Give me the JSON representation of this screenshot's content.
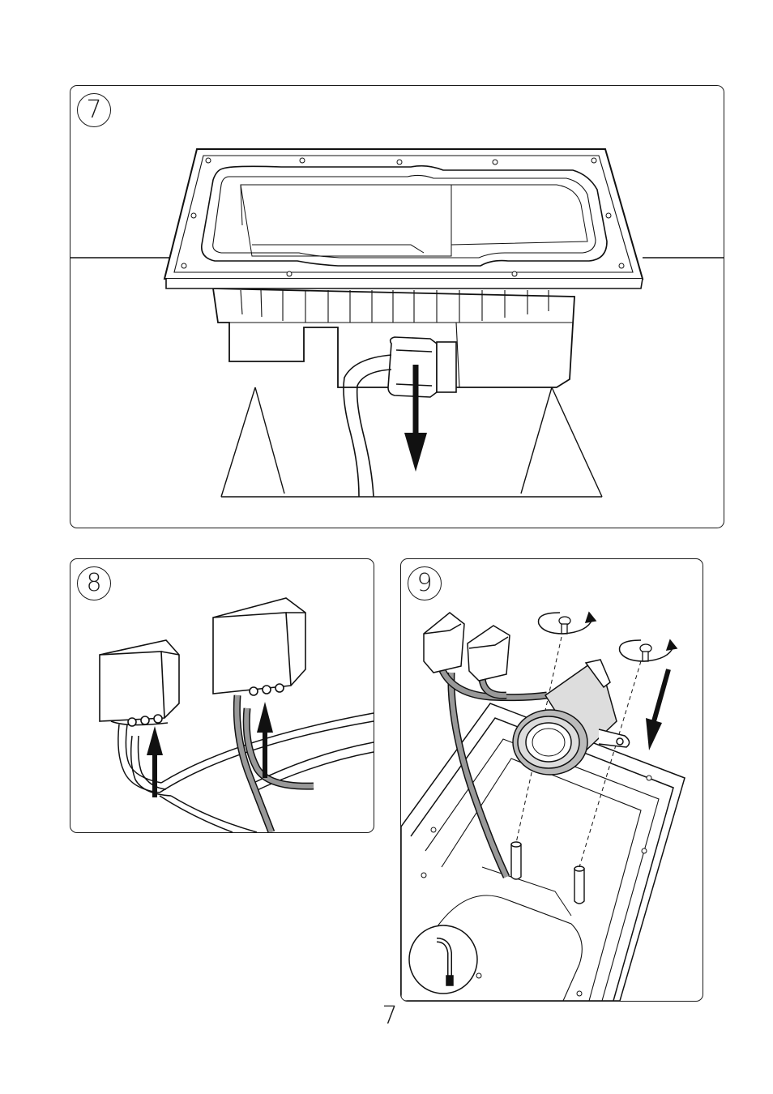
{
  "steps": [
    {
      "number": "7"
    },
    {
      "number": "8"
    },
    {
      "number": "9"
    }
  ],
  "page": {
    "number": "7"
  }
}
